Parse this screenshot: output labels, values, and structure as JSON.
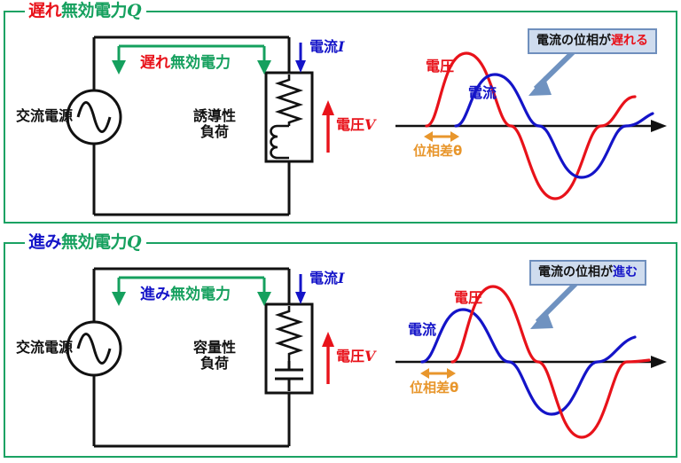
{
  "panels": [
    {
      "id": "lagging",
      "title_accent": "遅れ",
      "title_rest": "無効電力",
      "title_var": "Q",
      "accent_color": "#e8121a",
      "source_label": "交流電源",
      "power_accent": "遅れ",
      "power_rest": "無効電力",
      "load_line1": "誘導性",
      "load_line2": "負荷",
      "load_type": "inductor",
      "current_label": "電流",
      "current_var": "I",
      "voltage_label": "電圧",
      "voltage_var": "V",
      "callout_prefix": "電流の位相が",
      "callout_accent": "遅れる",
      "wave_voltage_label": "電圧",
      "wave_current_label": "電流",
      "phase_label": "位相差θ"
    },
    {
      "id": "leading",
      "title_accent": "進み",
      "title_rest": "無効電力",
      "title_var": "Q",
      "accent_color": "#1414c8",
      "source_label": "交流電源",
      "power_accent": "進み",
      "power_rest": "無効電力",
      "load_line1": "容量性",
      "load_line2": "負荷",
      "load_type": "capacitor",
      "current_label": "電流",
      "current_var": "I",
      "voltage_label": "電圧",
      "voltage_var": "V",
      "callout_prefix": "電流の位相が",
      "callout_accent": "進む",
      "wave_voltage_label": "電圧",
      "wave_current_label": "電流",
      "phase_label": "位相差θ"
    }
  ],
  "colors": {
    "panel_border": "#1aa263",
    "voltage_red": "#e8121a",
    "current_blue": "#1414c8",
    "power_green": "#15a05e",
    "phase_orange": "#e8962c",
    "callout_fill": "#cfdcee",
    "callout_border": "#6f8fbd",
    "wire_black": "#111111"
  },
  "chart_data": [
    {
      "type": "line",
      "title": "遅れ無効電力の電圧・電流波形",
      "xlabel": "",
      "ylabel": "",
      "grid": false,
      "legend_position": "inline",
      "annotations": [
        "電流の位相が遅れる",
        "位相差θ"
      ],
      "series": [
        {
          "name": "電圧",
          "color": "#e8121a",
          "phase_deg": 0,
          "amplitude": 1.0,
          "cycles": 1.45
        },
        {
          "name": "電流",
          "color": "#1414c8",
          "phase_deg": -45,
          "amplitude": 0.72,
          "cycles": 1.45
        }
      ]
    },
    {
      "type": "line",
      "title": "進み無効電力の電圧・電流波形",
      "xlabel": "",
      "ylabel": "",
      "grid": false,
      "legend_position": "inline",
      "annotations": [
        "電流の位相が進む",
        "位相差θ"
      ],
      "series": [
        {
          "name": "電圧",
          "color": "#e8121a",
          "phase_deg": -45,
          "amplitude": 1.0,
          "cycles": 1.45
        },
        {
          "name": "電流",
          "color": "#1414c8",
          "phase_deg": 0,
          "amplitude": 0.72,
          "cycles": 1.45
        }
      ]
    }
  ]
}
